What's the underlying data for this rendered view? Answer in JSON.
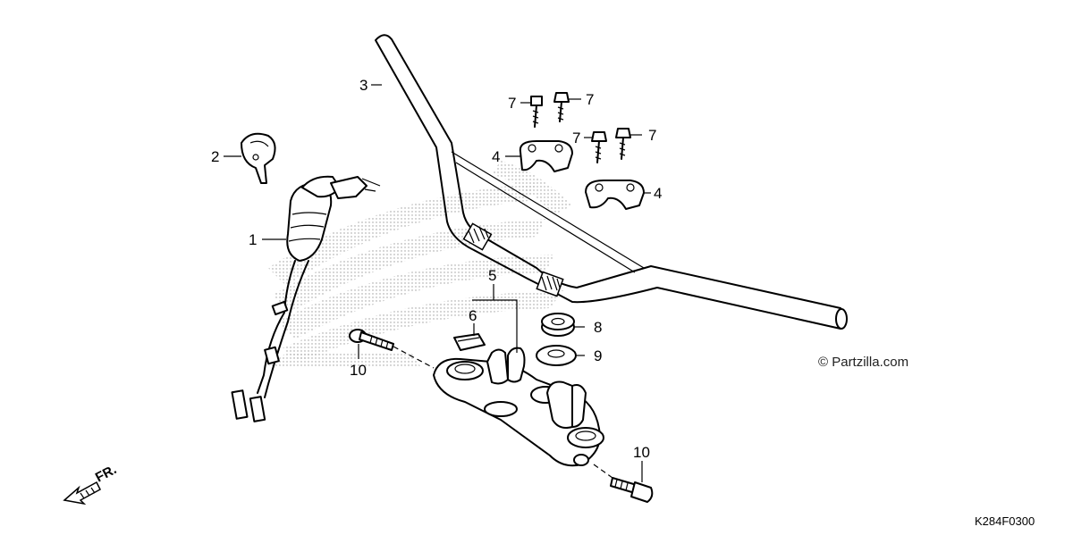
{
  "diagram": {
    "callouts": {
      "c1": "1",
      "c2": "2",
      "c3": "3",
      "c4a": "4",
      "c4b": "4",
      "c5": "5",
      "c6": "6",
      "c7a": "7",
      "c7b": "7",
      "c7c": "7",
      "c7d": "7",
      "c8": "8",
      "c9": "9",
      "c10a": "10",
      "c10b": "10"
    },
    "watermark": "© Partzilla.com",
    "figure_code": "K284F0300",
    "direction_label": "FR.",
    "icons": {
      "front_arrow": "front-direction-arrow-icon",
      "watermark_logo": "wing-logo-watermark"
    }
  }
}
